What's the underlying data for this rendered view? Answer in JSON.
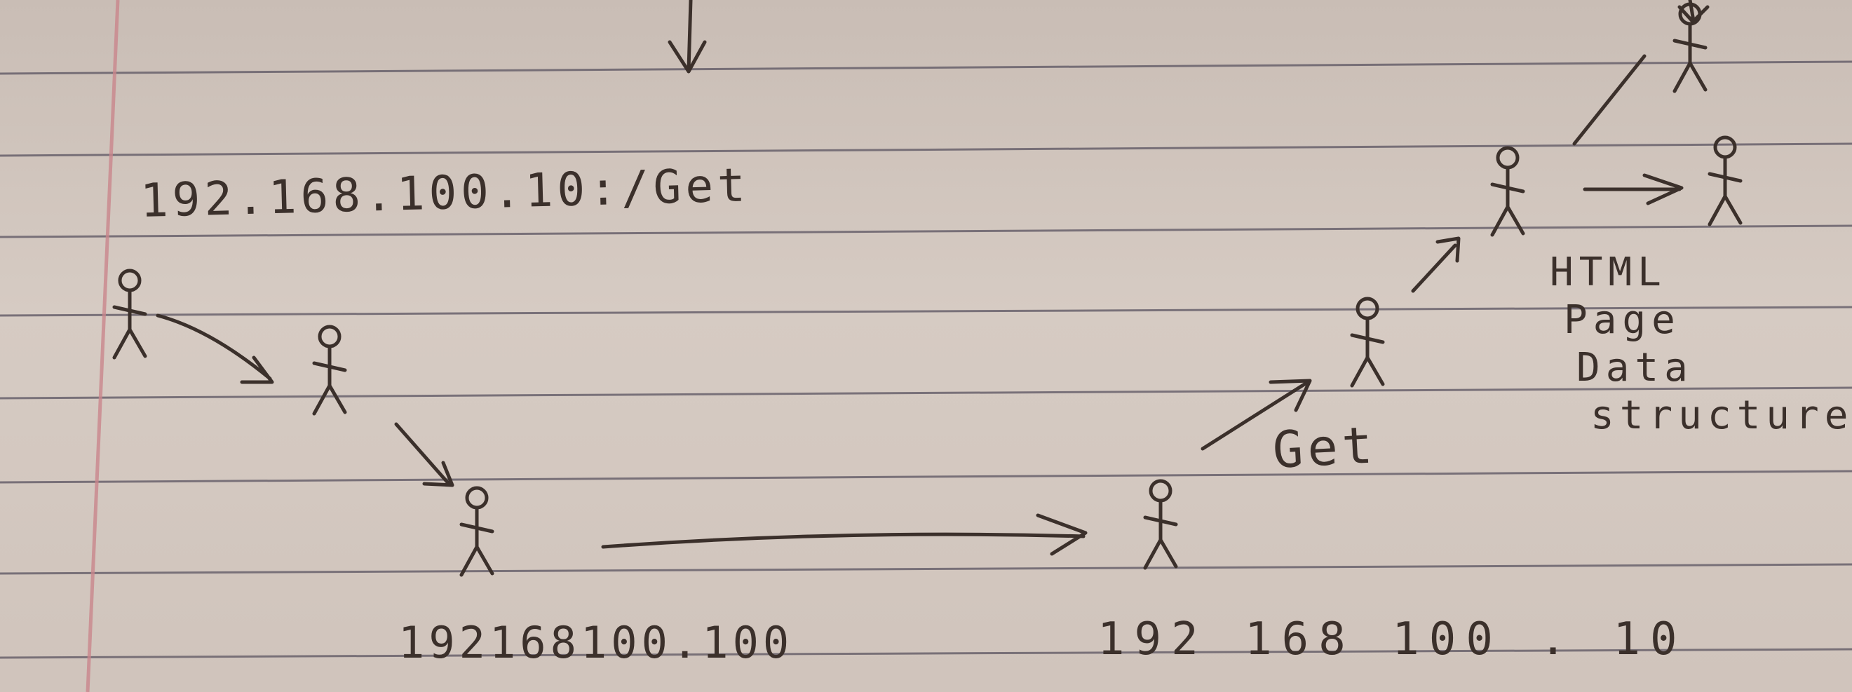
{
  "notes": {
    "url_label": "192.168.100.10:/Get",
    "ip_left": "192168100.100",
    "ip_right": "192 168 100 . 10",
    "get_label": "Get",
    "html_block": [
      "HTML",
      "Page",
      "Data",
      "structure"
    ]
  },
  "colors": {
    "paper": "#d2c6be",
    "rule_line": "#5a5360",
    "margin_line": "#c9868c",
    "ink": "#3b302b"
  },
  "figures": [
    {
      "name": "stick-figure-1"
    },
    {
      "name": "stick-figure-2"
    },
    {
      "name": "stick-figure-3"
    },
    {
      "name": "stick-figure-4"
    },
    {
      "name": "stick-figure-5"
    },
    {
      "name": "stick-figure-6"
    },
    {
      "name": "stick-figure-7"
    },
    {
      "name": "stick-figure-8"
    }
  ]
}
